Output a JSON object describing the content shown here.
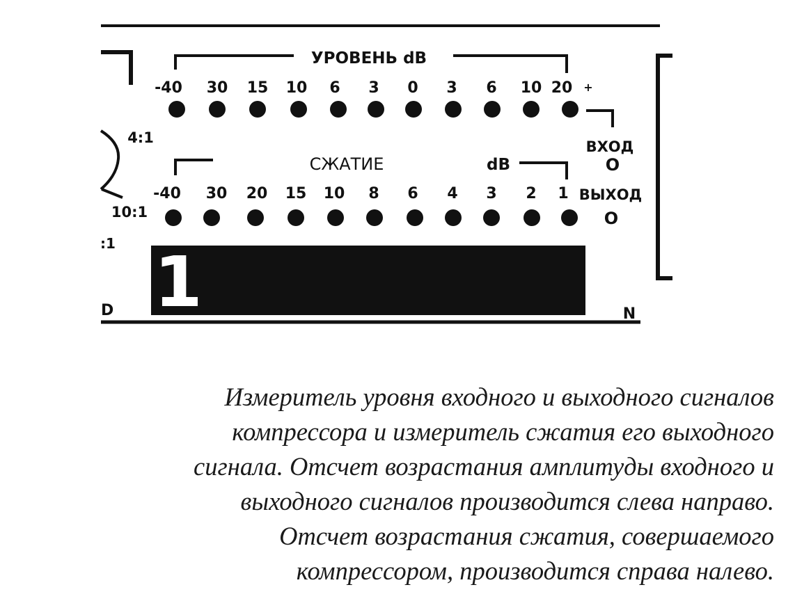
{
  "level_meter": {
    "title": "УРОВЕНЬ dB",
    "scale": [
      "-40",
      "30",
      "15",
      "10",
      "6",
      "3",
      "0",
      "3",
      "6",
      "10",
      "20"
    ],
    "overflow_mark": "+"
  },
  "compression_meter": {
    "title": "СЖАТИЕ",
    "unit": "dB",
    "scale": [
      "-40",
      "30",
      "20",
      "15",
      "10",
      "8",
      "6",
      "4",
      "3",
      "2",
      "1"
    ]
  },
  "input_label": "ВХОД",
  "input_mark": "O",
  "output_label": "ВЫХОД",
  "output_mark": "O",
  "ratio_labels": [
    "4:1",
    "10:1",
    ":1"
  ],
  "display": {
    "digit": "1"
  },
  "edge_marks": {
    "left": "D",
    "right": "N"
  },
  "caption": [
    "Измеритель уровня входного и выходного сигналов",
    "компрессора и измеритель сжатия его выходного",
    "сигнала. Отсчет возрастания амплитуды входного и",
    "выходного сигналов производится слева направо.",
    "Отсчет возрастания сжатия, совершаемого",
    "компрессором, производится справа налево."
  ]
}
